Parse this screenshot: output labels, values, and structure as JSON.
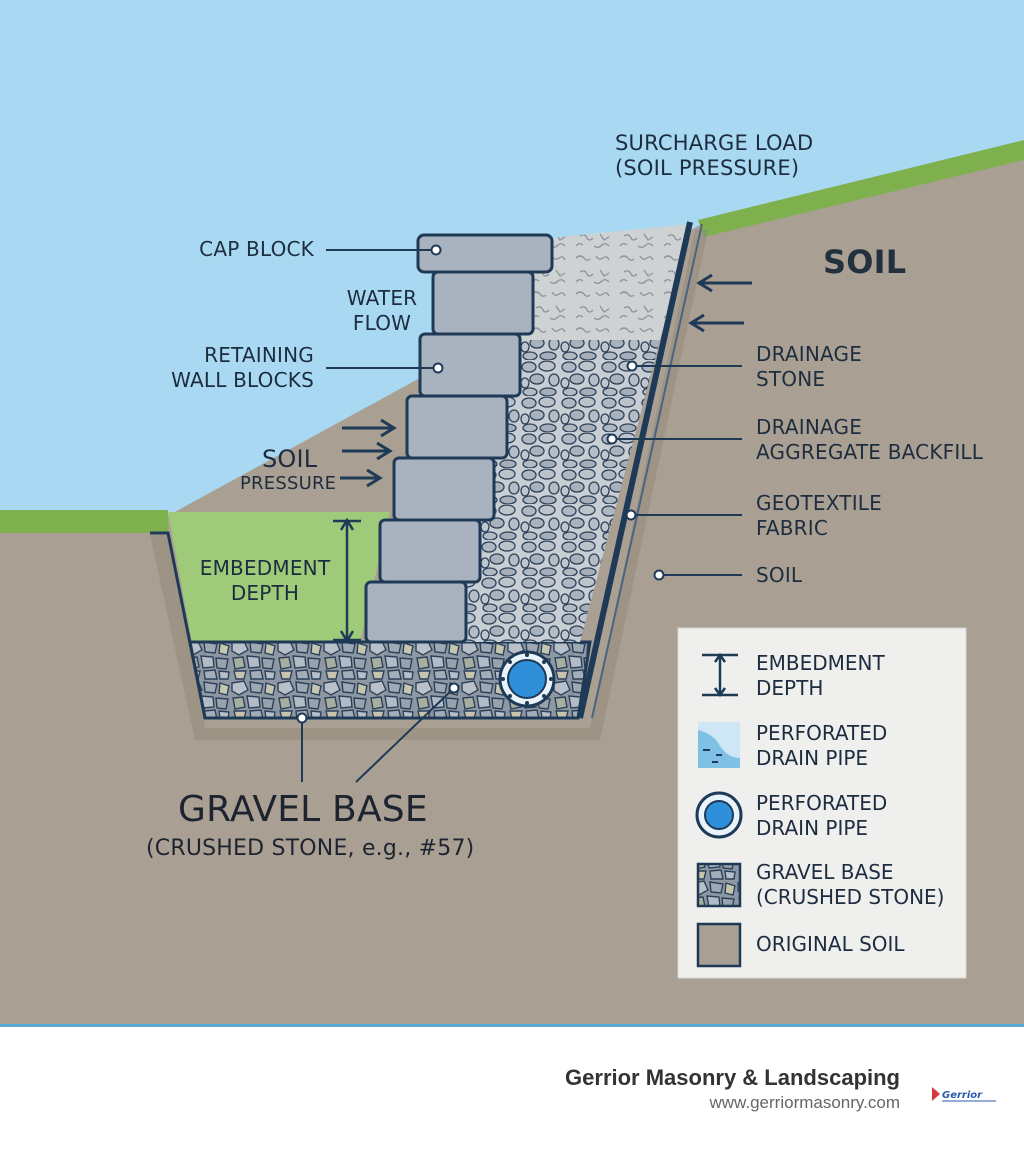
{
  "labels": {
    "surcharge": "SURCHARGE LOAD\n(SOIL PRESSURE)",
    "cap_block": "CAP BLOCK",
    "water_flow": "WATER\nFLOW",
    "retaining_wall_blocks": "RETAINING\nWALL BLOCKS",
    "soil_pressure_1": "SOIL",
    "soil_pressure_2": "PRESSURE",
    "embedment_depth": "EMBEDMENT\nDEPTH",
    "soil_big": "SOIL",
    "drainage_stone": "DRAINAGE\nSTONE",
    "drainage_aggregate": "DRAINAGE\nAGGREGATE BACKFILL",
    "geotextile": "GEOTEXTILE\nFABRIC",
    "soil_right": "SOIL",
    "gravel_base": "GRAVEL BASE",
    "gravel_note": "(CRUSHED STONE, e.g., #57)"
  },
  "legend": [
    {
      "icon": "embedment-depth-icon",
      "text": "EMBEDMENT\nDEPTH"
    },
    {
      "icon": "drainage-slope-icon",
      "text": "PERFORATED\nDRAIN PIPE"
    },
    {
      "icon": "drain-pipe-icon",
      "text": "PERFORATED\nDRAIN PIPE"
    },
    {
      "icon": "gravel-swatch-icon",
      "text": "GRAVEL BASE\n(CRUSHED STONE)"
    },
    {
      "icon": "soil-swatch-icon",
      "text": "ORIGINAL SOIL"
    }
  ],
  "footer": {
    "company": "Gerrior Masonry & Landscaping",
    "website": "www.gerriormasonry.com",
    "logo_text": "Gerrior"
  },
  "colors": {
    "sky": "#a9d9f2",
    "grass": "#7fb04e",
    "soil": "#a9a093",
    "block": "#a9b3c0",
    "outline": "#1f3a57",
    "embedment_fill": "#9fca7a",
    "pipe": "#2f8fd8",
    "footer_rule": "#58a8d4"
  }
}
